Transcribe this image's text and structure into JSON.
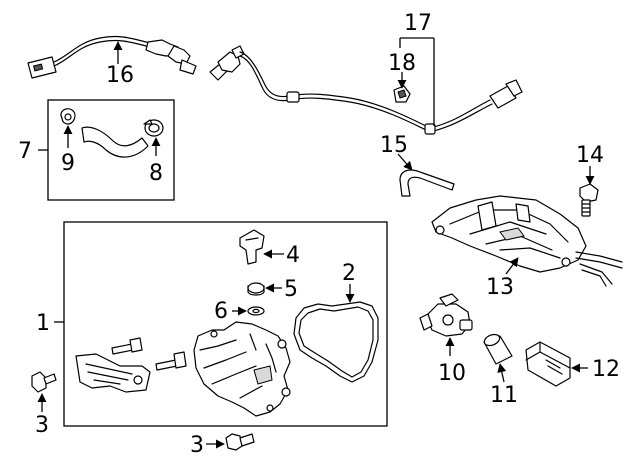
{
  "callouts": {
    "c1": "1",
    "c2": "2",
    "c3a": "3",
    "c3b": "3",
    "c4": "4",
    "c5": "5",
    "c6": "6",
    "c7": "7",
    "c8": "8",
    "c9": "9",
    "c10": "10",
    "c11": "11",
    "c12": "12",
    "c13": "13",
    "c14": "14",
    "c15": "15",
    "c16": "16",
    "c17": "17",
    "c18": "18"
  }
}
